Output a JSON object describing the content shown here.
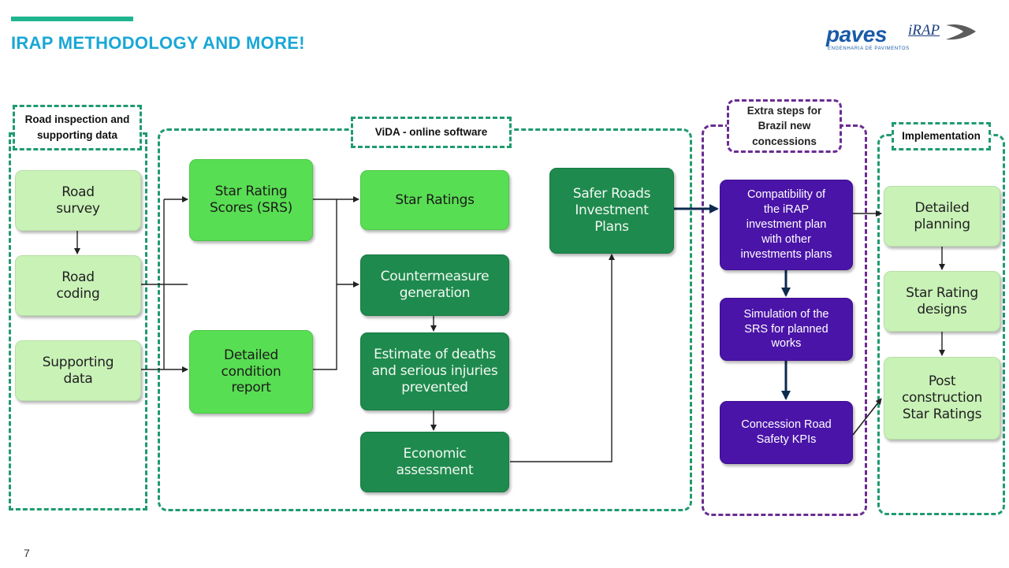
{
  "header": {
    "title": "IRAP METHODOLOGY AND MORE!",
    "page_number": "7"
  },
  "logo": {
    "brand": "paves",
    "partner": "iRAP",
    "tagline": "ENGENHARIA DE PAVIMENTOS"
  },
  "regions": {
    "inspection": "Road inspection and supporting data",
    "vida": "ViDA - online software",
    "brazil": "Extra steps for Brazil new concessions",
    "implementation": "Implementation"
  },
  "boxes": {
    "road_survey": "Road\nsurvey",
    "road_coding": "Road\ncoding",
    "supporting_data": "Supporting\ndata",
    "srs": "Star Rating\nScores (SRS)",
    "condition_report": "Detailed\ncondition\nreport",
    "star_ratings": "Star Ratings",
    "countermeasure": "Countermeasure\ngeneration",
    "estimate": "Estimate of deaths\nand serious injuries\nprevented",
    "economic": "Economic\nassessment",
    "investment_plans": "Safer Roads\nInvestment\nPlans",
    "compatibility": "Compatibility of\nthe iRAP\ninvestment plan\nwith other\ninvestments plans",
    "simulation": "Simulation of the\nSRS for planned\nworks",
    "kpis": "Concession Road\nSafety KPIs",
    "detailed_planning": "Detailed\nplanning",
    "star_rating_designs": "Star Rating\ndesigns",
    "post_construction": "Post\nconstruction\nStar Ratings"
  },
  "colors": {
    "title": "#1aa7d6",
    "accent_bar": "#1fb58f",
    "region_border": "#1f9b6e",
    "brazil_border": "#6a2c91",
    "light_box": "#c9f2b7",
    "mid_box": "#58de52",
    "dark_box": "#1f8a4e",
    "violet_box": "#4a14a8",
    "arrow_navy": "#0d2a4f"
  }
}
